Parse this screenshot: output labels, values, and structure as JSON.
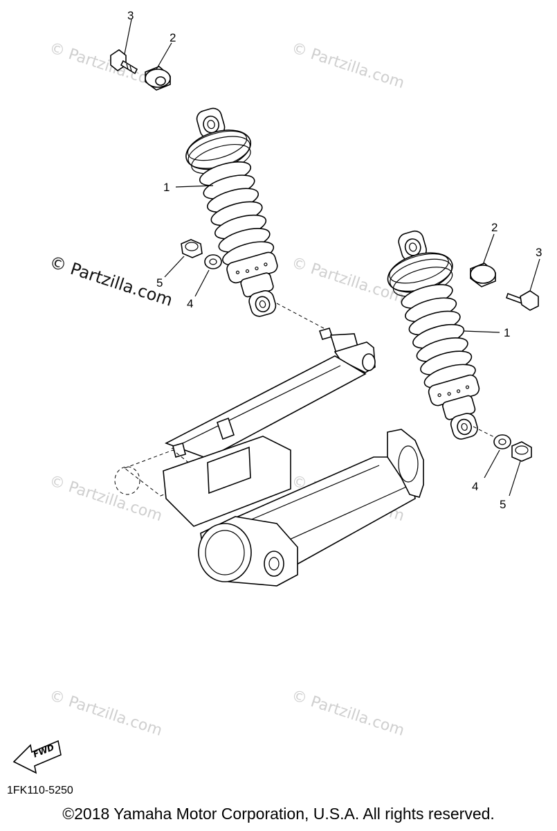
{
  "watermark_text": "© Partzilla.com",
  "callouts": {
    "a1": "1",
    "a2": "2",
    "a3": "3",
    "a4": "4",
    "a5": "5",
    "b1": "1",
    "b2": "2",
    "b3": "3",
    "b4": "4",
    "b5": "5"
  },
  "fwd_label": "FWD",
  "drawing_code": "1FK110-5250",
  "copyright": "©2018 Yamaha Motor Corporation, U.S.A. All rights reserved."
}
